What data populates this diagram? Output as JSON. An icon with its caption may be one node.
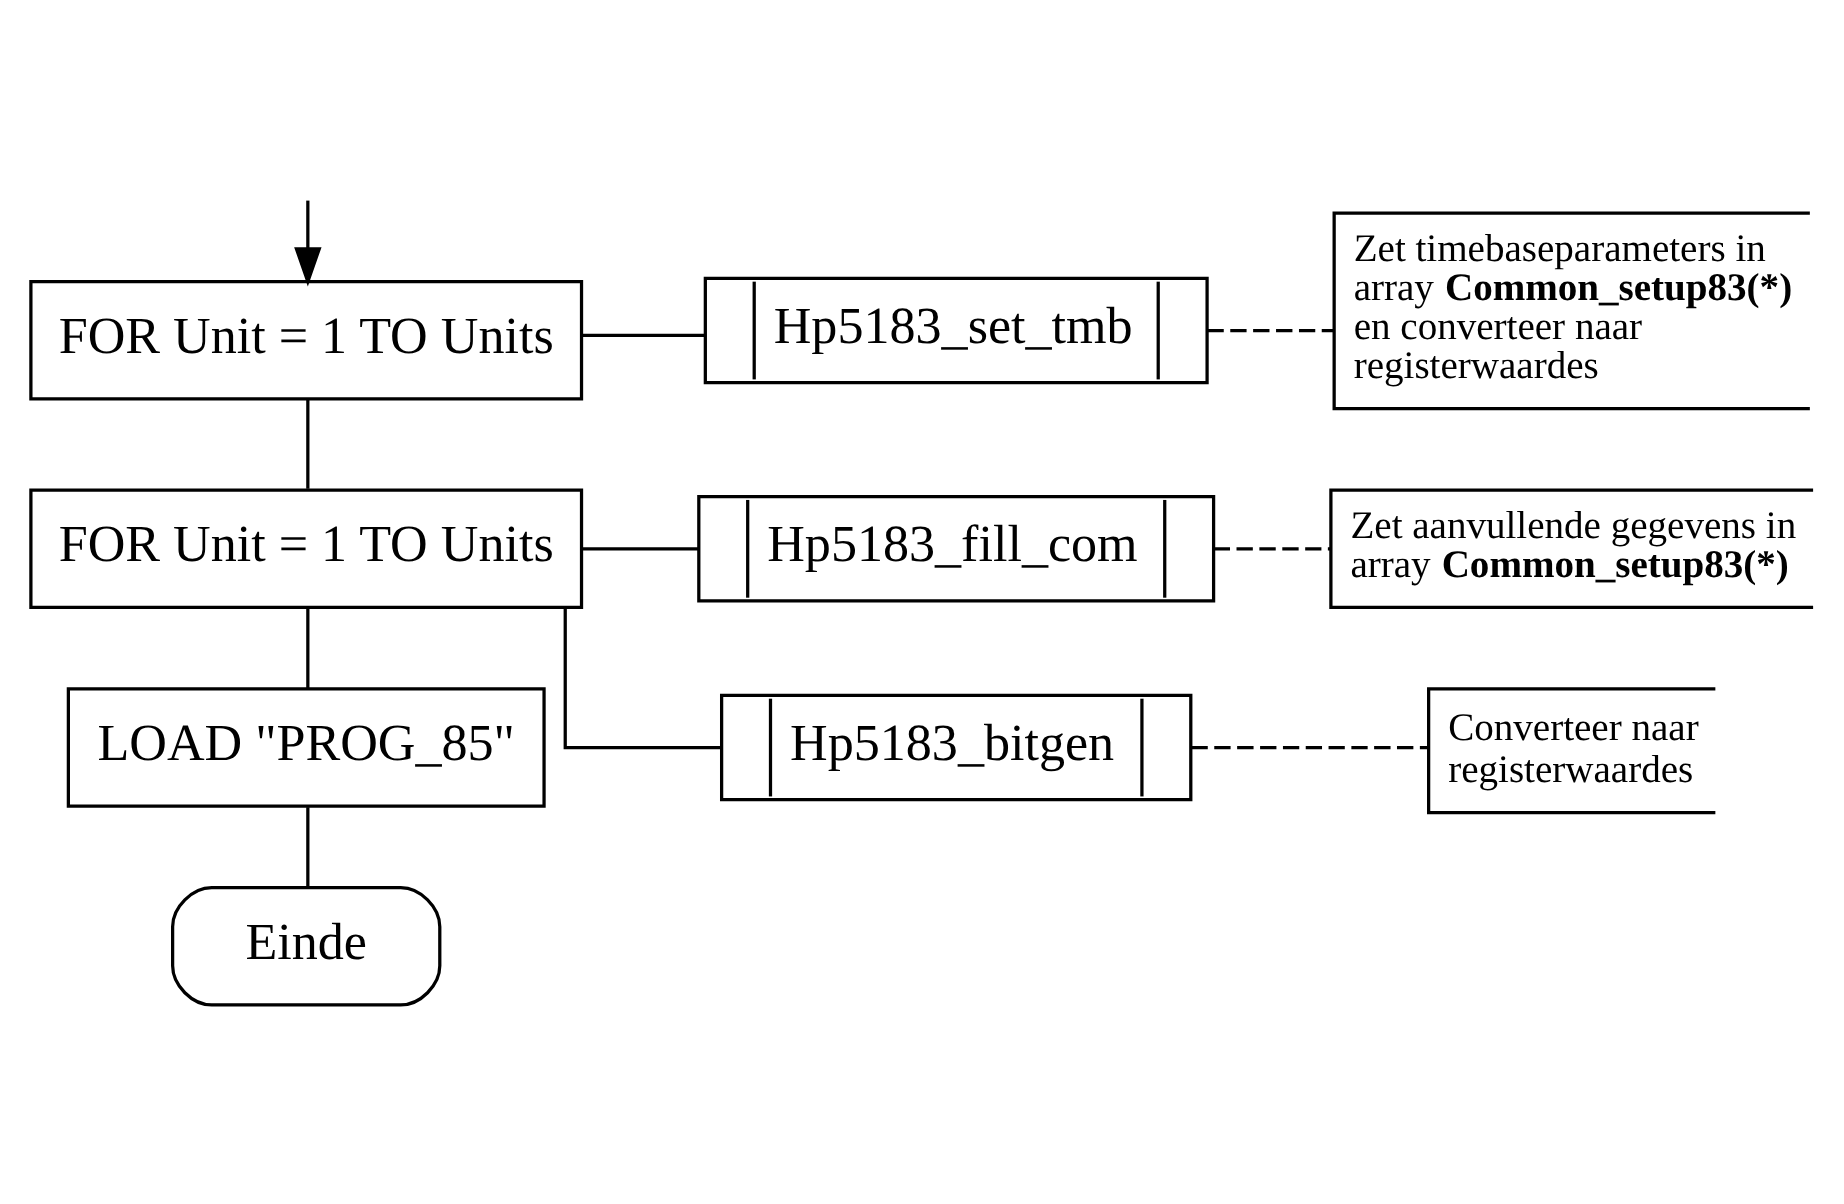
{
  "diagram": {
    "nodes": [
      {
        "text": [
          "FOR Unit = 1 TO Units"
        ]
      },
      {
        "text": [
          "Hp5183_set_tmb"
        ]
      },
      {
        "text": [
          "Zet timebaseparameters in array **Common_setup83(*)** en converteer naar registerwaardes"
        ]
      },
      {
        "text": [
          "FOR Unit = 1 TO Units"
        ]
      },
      {
        "text": [
          "Hp5183_fill_com"
        ]
      },
      {
        "text": [
          "Zet aanvullende gegevens in array **Common_setup83(*)**"
        ]
      },
      {
        "text": [
          "Hp5183_bitgen"
        ]
      },
      {
        "text": [
          "Converteer naar registerwaardes"
        ]
      },
      {
        "text": [
          "LOAD \"PROG_85\""
        ]
      },
      {
        "text": [
          "Einde"
        ]
      }
    ],
    "edges": [
      {
        "from": null,
        "to": 0,
        "arrow": "to"
      },
      {
        "from": 0,
        "to": 1,
        "arrow": "none"
      },
      {
        "from": 1,
        "to": 2,
        "arrow": "none",
        "style": "dashed"
      },
      {
        "from": 0,
        "to": 3,
        "arrow": "none"
      },
      {
        "from": 3,
        "to": 4,
        "arrow": "none"
      },
      {
        "from": 4,
        "to": 5,
        "arrow": "none",
        "style": "dashed"
      },
      {
        "from": 3,
        "to": 6,
        "arrow": "none"
      },
      {
        "from": 6,
        "to": 7,
        "arrow": "none",
        "style": "dashed"
      },
      {
        "from": 3,
        "to": 8,
        "arrow": "none"
      },
      {
        "from": 8,
        "to": 9,
        "arrow": "none"
      }
    ]
  }
}
